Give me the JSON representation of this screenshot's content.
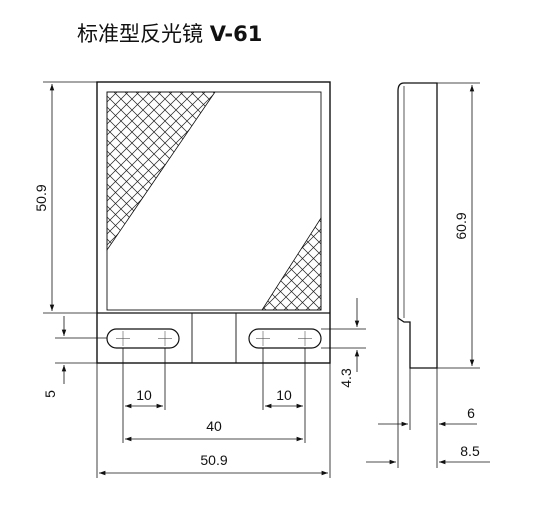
{
  "title": {
    "text": "标准型反光镜",
    "model": "V-61"
  },
  "dimensions": {
    "front_height": "50.9",
    "front_width": "50.9",
    "slot_spacing": "40",
    "slot_length_left": "10",
    "slot_length_right": "10",
    "bottom_offset": "5",
    "slot_width": "4.3",
    "side_height": "60.9",
    "side_thickness": "6",
    "side_total_thickness": "8.5"
  }
}
